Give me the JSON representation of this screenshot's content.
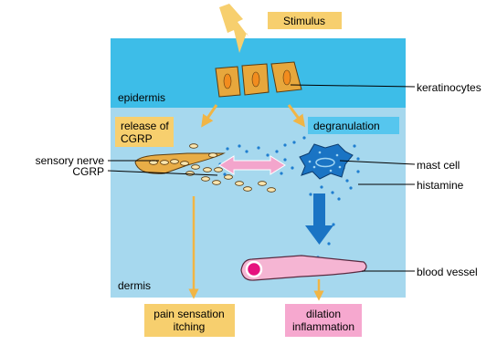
{
  "labels": {
    "stimulus": "Stimulus",
    "epidermis": "epidermis",
    "dermis": "dermis",
    "keratinocytes": "keratinocytes",
    "release_line1": "release of",
    "release_line2": "CGRP",
    "degranulation": "degranulation",
    "sensory_nerve": "sensory nerve",
    "cgrp": "CGRP",
    "mast_cell": "mast cell",
    "histamine": "histamine",
    "blood_vessel": "blood vessel",
    "pain_line1": "pain sensation",
    "pain_line2": "itching",
    "dilation_line1": "dilation",
    "dilation_line2": "inflammation"
  },
  "colors": {
    "epidermis": "#3dbde8",
    "dermis": "#a6d8ee",
    "yellow_box": "#f7cf6e",
    "orange_arrow": "#f1b545",
    "cell_fill": "#e7a73c",
    "cell_nucleus": "#f28c1e",
    "nerve_fill": "#e8ad47",
    "granule_fill": "#fce7b0",
    "blue": "#1a74c4",
    "histamine_dot": "#1f7ed0",
    "pink_arrow": "#f3a5cc",
    "vessel_fill": "#f5b5d3",
    "vessel_spot": "#e6127f",
    "pink_box": "#f6a8cf",
    "degranulation_box": "#56c6ee"
  }
}
